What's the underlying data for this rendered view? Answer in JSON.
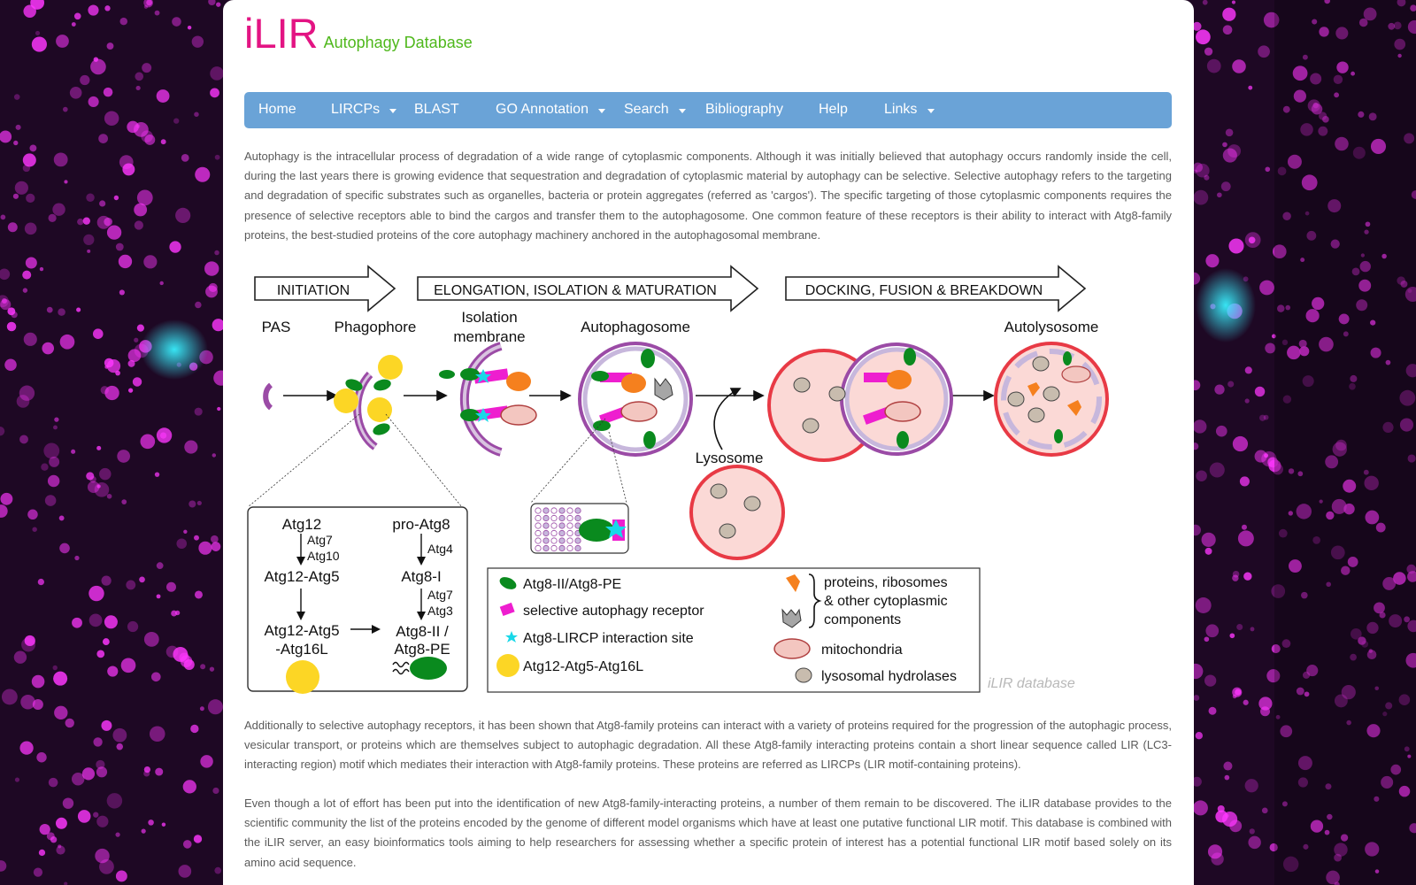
{
  "site": {
    "logo": "iLIR",
    "tagline": "Autophagy Database"
  },
  "nav": {
    "items": [
      {
        "label": "Home",
        "dropdown": false
      },
      {
        "label": "LIRCPs",
        "dropdown": true
      },
      {
        "label": "BLAST",
        "dropdown": false
      },
      {
        "label": "GO Annotation",
        "dropdown": true
      },
      {
        "label": "Search",
        "dropdown": true
      },
      {
        "label": "Bibliography",
        "dropdown": false
      },
      {
        "label": "Help",
        "dropdown": false
      },
      {
        "label": "Links",
        "dropdown": true
      }
    ]
  },
  "content": {
    "intro": "Autophagy is the intracellular process of degradation of a wide range of cytoplasmic components. Although it was initially believed that autophagy occurs randomly inside the cell, during the last years there is growing evidence that sequestration and degradation of cytoplasmic material by autophagy can be selective. Selective autophagy refers to the targeting and degradation of specific substrates such as organelles, bacteria or protein aggregates (referred as 'cargos'). The specific targeting of those cytoplasmic components requires the presence of selective receptors able to bind the cargos and transfer them to the autophagosome. One common feature of these receptors is their ability to interact with Atg8-family proteins, the best-studied proteins of the core autophagy machinery anchored in the autophagosomal membrane.",
    "para2": "Additionally to selective autophagy receptors, it has been shown that Atg8-family proteins can interact with a variety of proteins required for the progression of the autophagic process, vesicular transport, or proteins which are themselves subject to autophagic degradation. All these Atg8-family interacting proteins contain a short linear sequence called LIR (LC3-interacting region) motif which mediates their interaction with Atg8-family proteins. These proteins are referred as LIRCPs (LIR motif-containing proteins).",
    "para3": "Even though a lot of effort has been put into the identification of new Atg8-family-interacting proteins, a number of them remain to be discovered. The iLIR database provides to the scientific community the list of the proteins encoded by the genome of different model organisms which have at least one putative functional LIR motif. This database is combined with the iLIR server, an easy bioinformatics tools aiming to help researchers for assessing whether a specific protein of interest has a potential functional LIR motif based solely on its amino acid sequence."
  },
  "figure": {
    "stages": {
      "initiation": "INITIATION",
      "elongation": "ELONGATION, ISOLATION & MATURATION",
      "docking": "DOCKING, FUSION & BREAKDOWN"
    },
    "labels": {
      "pas": "PAS",
      "phagophore": "Phagophore",
      "isolation1": "Isolation",
      "isolation2": "membrane",
      "autophagosome": "Autophagosome",
      "lysosome": "Lysosome",
      "autolysosome": "Autolysosome"
    },
    "pathway": {
      "atg12": "Atg12",
      "atg7a": "Atg7",
      "atg10": "Atg10",
      "atg12atg5": "Atg12-Atg5",
      "atg12atg5b": "Atg12-Atg5",
      "atg16l": "-Atg16L",
      "proatg8": "pro-Atg8",
      "atg4": "Atg4",
      "atg8i": "Atg8-I",
      "atg7b": "Atg7",
      "atg3": "Atg3",
      "atg8ii": "Atg8-II /",
      "atg8pe": "Atg8-PE"
    },
    "legend": {
      "atg8": "Atg8-II/Atg8-PE",
      "receptor": "selective autophagy receptor",
      "lircp": "Atg8-LIRCP interaction site",
      "atg12c": "Atg12-Atg5-Atg16L",
      "cargo1": "proteins, ribosomes",
      "cargo2": "& other cytoplasmic",
      "cargo3": "components",
      "mito": "mitochondria",
      "hydro": "lysosomal hydrolases"
    },
    "watermark": "iLIR database",
    "colors": {
      "atg8": "#0a8a1e",
      "receptor": "#ee1ecf",
      "lircp": "#18d8e8",
      "atg12c": "#fcd625",
      "cargo": "#f5801e",
      "membrane": "#9b4ba6",
      "lysosome": "#e83a45",
      "hydrolase": "#c8bcae"
    }
  }
}
